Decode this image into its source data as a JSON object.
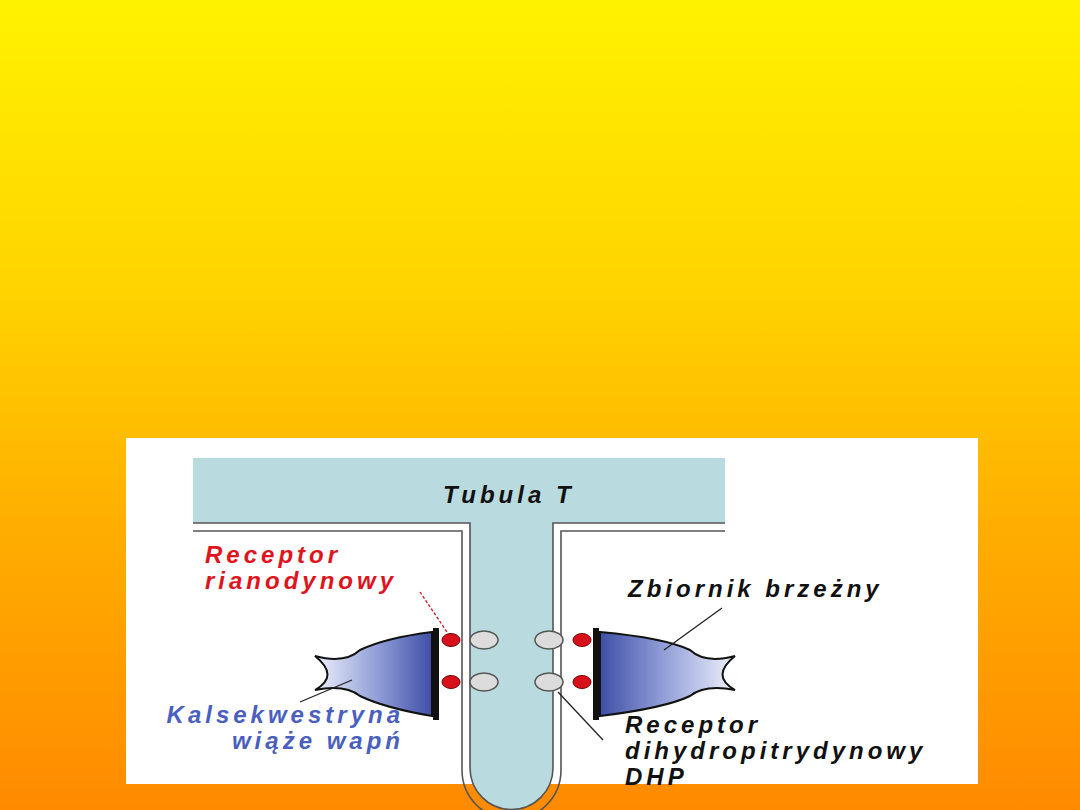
{
  "diagram": {
    "nodes": [
      {
        "text": [
          "Tubula T"
        ]
      }
    ],
    "labels": [
      "Receptor rianodynowy",
      "Zbiornik brzeżny",
      "Kalsekwestryna wiąże wapń",
      "Receptor dihydropitrydynowy DHP"
    ]
  }
}
